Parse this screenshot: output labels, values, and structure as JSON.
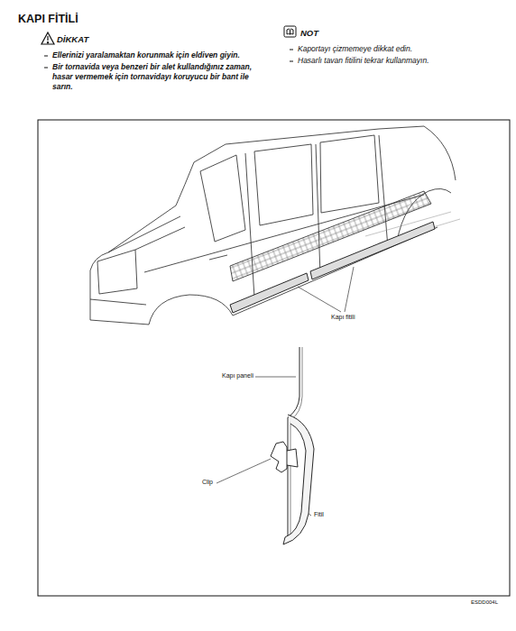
{
  "diagram": {
    "title": "KAPI FİTİLİ",
    "labels": [
      "DİKKAT",
      "Ellerinizi yaralamaktan korunmak için eldiven giyin.",
      "Bir tornavida veya benzeri bir alet kullandığınız zaman, hasar vermemek için tornavidayı koruyucu bir bant ile sarın.",
      "NOT",
      "Kaportayı çizmemeye dikkat edin.",
      "Hasarlı tavan fitilini tekrar kullanmayın.",
      "Kapı fitili",
      "Kapı paneli",
      "Clip",
      "Fitil",
      "ESDD004L"
    ]
  }
}
